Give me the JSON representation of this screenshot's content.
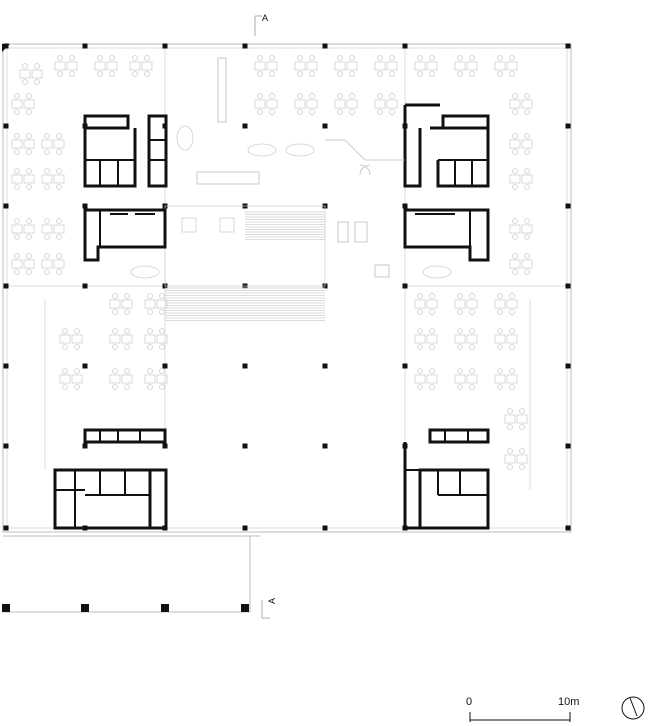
{
  "drawing": {
    "type": "floor-plan",
    "section_marker": "A",
    "scale_bar": {
      "start_label": "0",
      "end_label": "10m"
    },
    "north_arrow_icon": "north-arrow-icon",
    "colors": {
      "wall": "#111111",
      "fine_line": "#cfcfcf",
      "background": "#ffffff"
    }
  }
}
